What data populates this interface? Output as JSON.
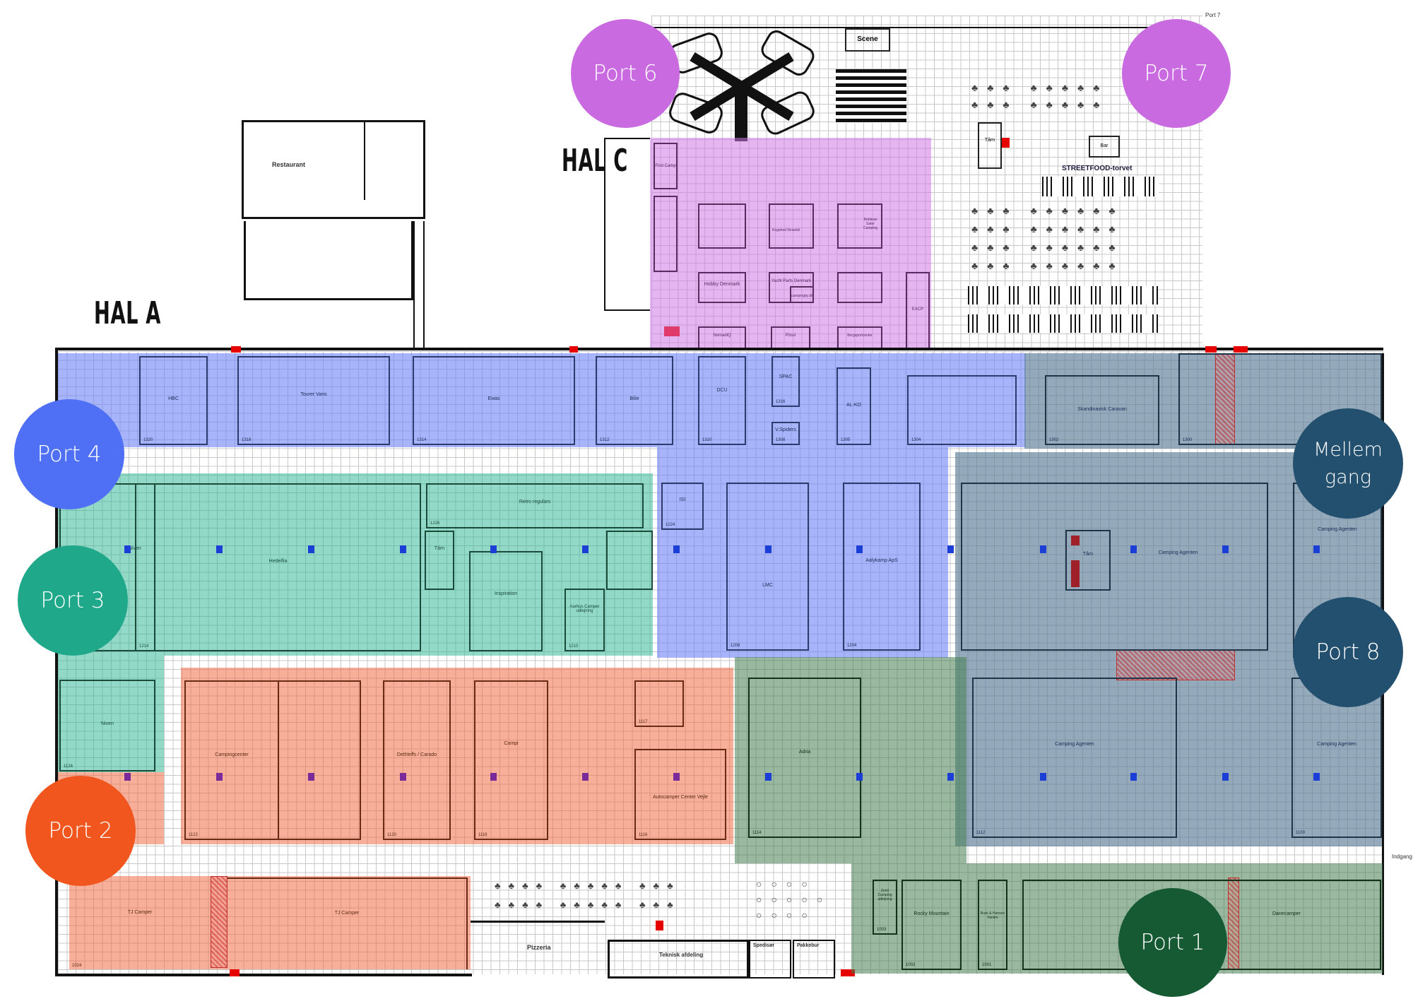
{
  "halls": {
    "hal_a": "HAL A",
    "hal_c": "HAL C"
  },
  "ports": [
    {
      "label": "Port 1",
      "color": "#165a33"
    },
    {
      "label": "Port 2",
      "color": "#f0561e"
    },
    {
      "label": "Port 3",
      "color": "#1fa98a"
    },
    {
      "label": "Port 4",
      "color": "#4f70f5"
    },
    {
      "label": "Port 6",
      "color": "#c96ae0"
    },
    {
      "label": "Port 7",
      "color": "#c96ae0"
    },
    {
      "label": "Port 8",
      "color": "#23506e"
    },
    {
      "label_line1": "Mellem",
      "label_line2": "gang",
      "color": "#23506e"
    }
  ],
  "zone_colors": {
    "purple": "#e3b0ef",
    "blue": "#a7b4fa",
    "teal": "#8fd6c3",
    "orange": "#f6a98d",
    "green": "#8faf92",
    "slate": "#91a8b9"
  },
  "rooms": {
    "restaurant": "Restaurant",
    "streetfood": "STREETFOOD-torvet",
    "scene": "Scene",
    "bar": "Bar",
    "pizzeria": "Pizzeria",
    "teknisk": "Teknisk afdeling",
    "spedisor": "Spedisør",
    "pakkebur": "Pakkebur",
    "indgang": "Indgang",
    "taarn": "Tårn",
    "port7_small": "Port 7"
  },
  "booths": {
    "hal_a_top": [
      {
        "name": "HBC",
        "num": "1320"
      },
      {
        "name": "Tourer Vans",
        "num": "1318"
      },
      {
        "name": "Ewas",
        "num": "1314"
      },
      {
        "name": "Bilie",
        "num": "1312"
      },
      {
        "name": "DCU",
        "num": "1310"
      },
      {
        "name": "SPAC",
        "num": "1316"
      },
      {
        "name": "V.Spiders",
        "num": "1308"
      },
      {
        "name": "AL-KO",
        "num": "1305"
      },
      {
        "name": "",
        "num": "1304"
      },
      {
        "name": "Skandinavisk Caravan",
        "num": "1302"
      },
      {
        "name": "",
        "num": "1300"
      }
    ],
    "hal_a_middle": [
      {
        "name": "Niven",
        "num": ""
      },
      {
        "name": "Hedelfia",
        "num": "1214"
      },
      {
        "name": "Retro regulars",
        "num": "1226"
      },
      {
        "name": "Tårn",
        "num": ""
      },
      {
        "name": "Inspiration",
        "num": ""
      },
      {
        "name": "Aarhus Camper udlejning",
        "num": "1210"
      },
      {
        "name": "ISI",
        "num": "1224"
      },
      {
        "name": "LMC",
        "num": "1208"
      },
      {
        "name": "Aalykamp ApS",
        "num": "1204"
      },
      {
        "name": "Camping Agenten",
        "num": ""
      },
      {
        "name": "Camping Agenten",
        "num": ""
      }
    ],
    "hal_a_lower": [
      {
        "name": "Niven",
        "num": "1126"
      },
      {
        "name": "Campingcenter",
        "num": "1122"
      },
      {
        "name": "Dethleffs / Carado",
        "num": "1120"
      },
      {
        "name": "Campi",
        "num": "1118"
      },
      {
        "name": "",
        "num": "1117"
      },
      {
        "name": "Autocamper Center Vejle",
        "num": "1116"
      },
      {
        "name": "Adria",
        "num": "1114"
      },
      {
        "name": "Camping Agenten",
        "num": "1112"
      },
      {
        "name": "Camping Agenten",
        "num": "1100"
      }
    ],
    "hal_a_bottom": [
      {
        "name": "TJ Camper",
        "num": "1024"
      },
      {
        "name": "TJ Camper",
        "num": ""
      },
      {
        "name": "Zenit Camping udlejning",
        "num": "1003"
      },
      {
        "name": "Rocky Mountain",
        "num": "1002"
      },
      {
        "name": "Busk & Hansen Vandre",
        "num": "1001"
      },
      {
        "name": "Danecamper",
        "num": ""
      }
    ],
    "hal_c": [
      {
        "name": "First Camp",
        "num": ""
      },
      {
        "name": "Hobby Denmark",
        "num": ""
      },
      {
        "name": "Yacht Parts Denmark",
        "num": ""
      },
      {
        "name": "campingby.dk",
        "num": ""
      },
      {
        "name": "Boblesø Sater Camping",
        "num": ""
      },
      {
        "name": "NomadiQ",
        "num": ""
      },
      {
        "name": "Pössl",
        "num": ""
      },
      {
        "name": "Bergsportcenter",
        "num": ""
      },
      {
        "name": "EACP",
        "num": ""
      },
      {
        "name": "Kegahed Reisebil",
        "num": ""
      }
    ]
  }
}
